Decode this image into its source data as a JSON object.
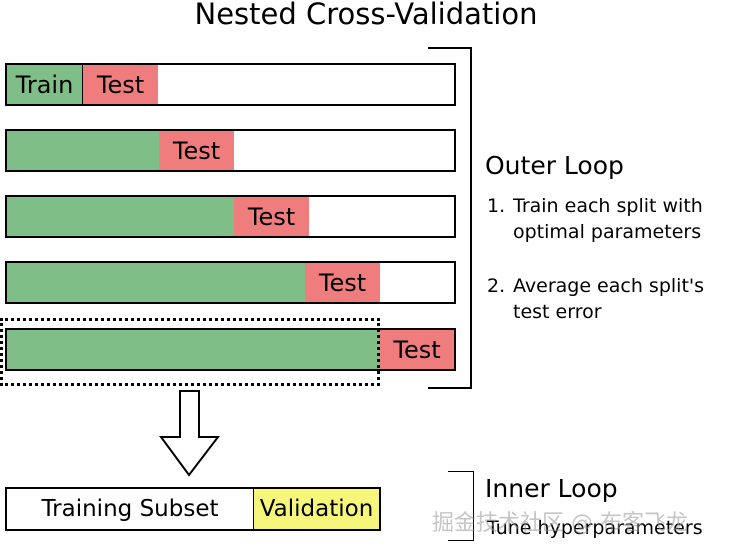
{
  "title": "Nested Cross-Validation",
  "outer_loop": {
    "heading": "Outer Loop",
    "steps": [
      {
        "num": "1.",
        "line1": "Train each split with",
        "line2": "optimal parameters"
      },
      {
        "num": "2.",
        "line1": "Average each split's",
        "line2": "test error"
      }
    ]
  },
  "folds": [
    {
      "train_label": "Train",
      "test_label": "Test"
    },
    {
      "train_label": "",
      "test_label": "Test"
    },
    {
      "train_label": "",
      "test_label": "Test"
    },
    {
      "train_label": "",
      "test_label": "Test"
    },
    {
      "train_label": "",
      "test_label": "Test"
    }
  ],
  "inner_loop": {
    "heading": "Inner Loop",
    "subtext": "Tune hyperparameters",
    "training_subset_label": "Training Subset",
    "validation_label": "Validation"
  },
  "watermark": "掘金技术社区 @ 布客飞龙",
  "colors": {
    "train": "#7fbf87",
    "test": "#ef7d7d",
    "validation": "#f6f67a"
  }
}
